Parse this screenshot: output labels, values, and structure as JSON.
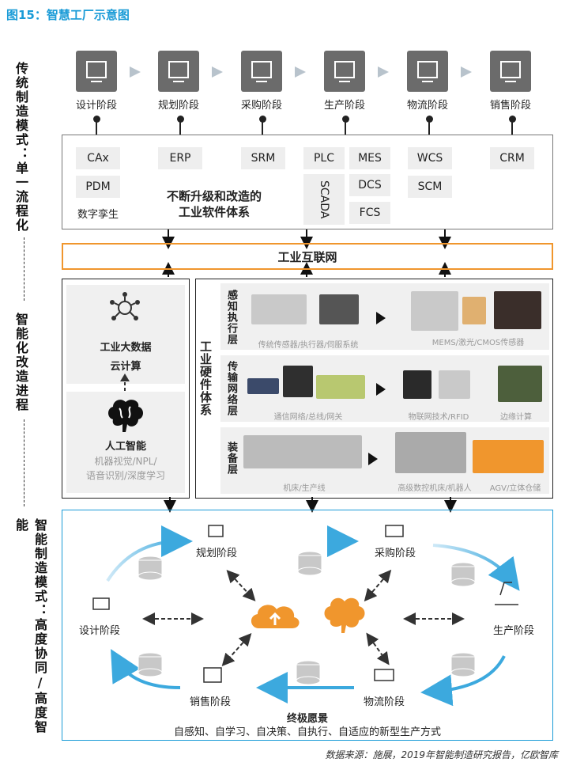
{
  "title": "图15：智慧工厂示意图",
  "side_labels": {
    "top": "传统制造模式：单一流程化",
    "middle": "智能化改造进程",
    "bottom": "智能制造模式：高度协同/高度智能"
  },
  "stages": [
    "设计阶段",
    "规划阶段",
    "采购阶段",
    "生产阶段",
    "物流阶段",
    "销售阶段"
  ],
  "software": {
    "tags": [
      "CAx",
      "PDM",
      "ERP",
      "SRM",
      "PLC",
      "MES",
      "SCADA",
      "DCS",
      "FCS",
      "WCS",
      "SCM",
      "CRM"
    ],
    "digital_twin": "数字孪生",
    "slogan_line1": "不断升级和改造的",
    "slogan_line2": "工业软件体系"
  },
  "network": "工业互联网",
  "left_panel": {
    "bigdata_line1": "工业大数据",
    "bigdata_line2": "云计算",
    "ai_title": "人工智能",
    "ai_sub1": "机器视觉/NPL/",
    "ai_sub2": "语音识别/深度学习"
  },
  "hardware": {
    "title": "工业硬件体系",
    "layers": [
      {
        "name": "感知执行层",
        "left_caption": "传统传感器/执行器/伺服系统",
        "right_caption": "MEMS/激光/CMOS传感器"
      },
      {
        "name": "传输网络层",
        "left_caption": "通信网络/总线/网关",
        "mid_caption": "物联网技术/RFID",
        "right_caption": "边缘计算"
      },
      {
        "name": "装备层",
        "left_caption": "机床/生产线",
        "mid_caption": "高级数控机床/机器人",
        "right_caption": "AGV/立体仓储"
      }
    ]
  },
  "bottom": {
    "stages": {
      "plan": "规划阶段",
      "purchase": "采购阶段",
      "design": "设计阶段",
      "produce": "生产阶段",
      "sales": "销售阶段",
      "logistics": "物流阶段"
    },
    "vision_title": "终极愿景",
    "vision_text": "自感知、自学习、自决策、自执行、自适应的新型生产方式"
  },
  "source": "数据来源：施展，2019年智能制造研究报告，亿欧智库",
  "colors": {
    "accent": "#1a9bd7",
    "orange": "#f0962d",
    "grey_icon": "#6b6b6b"
  }
}
